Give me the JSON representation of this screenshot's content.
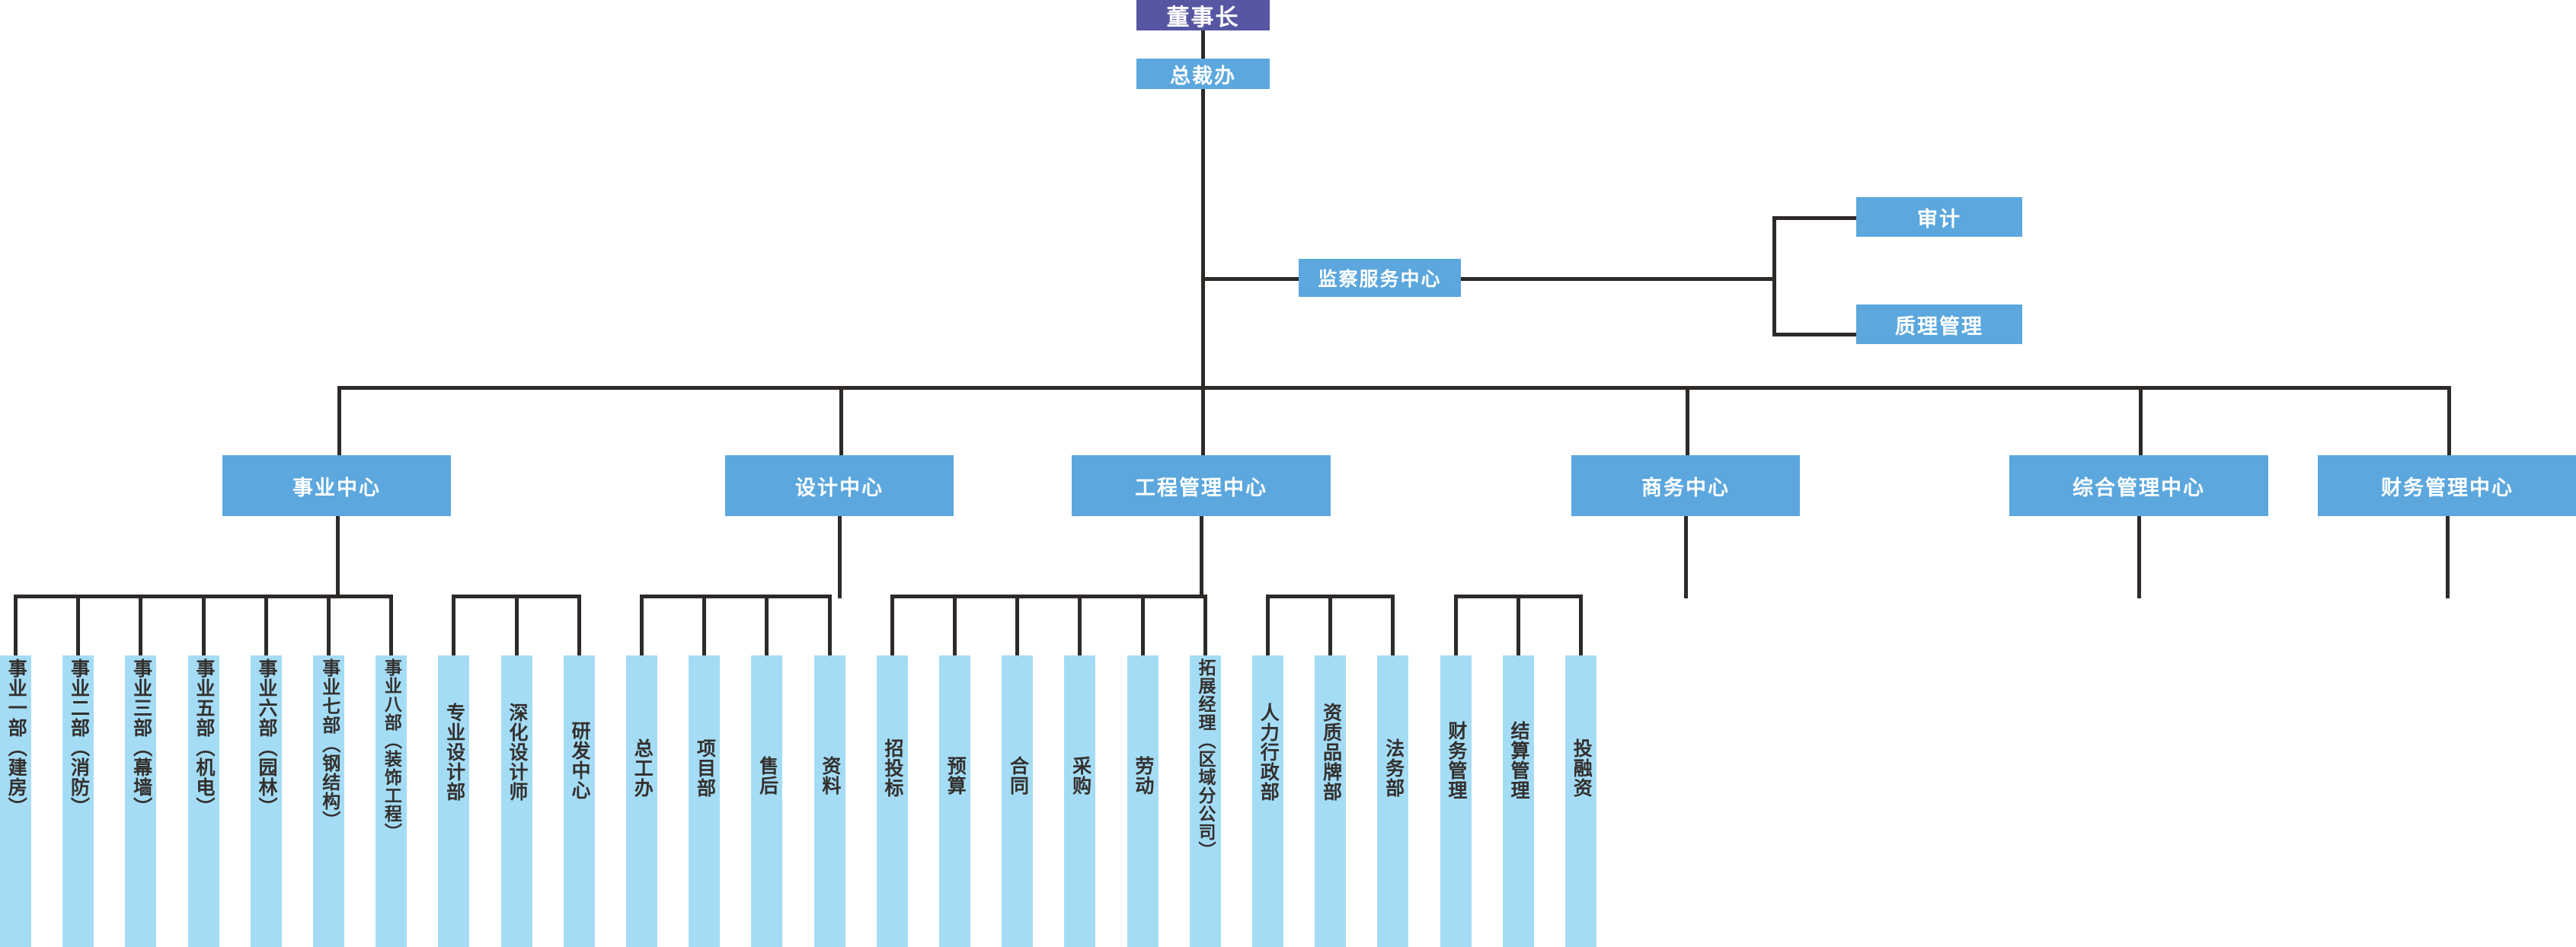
{
  "chart_meta": {
    "type": "org-chart",
    "title": "组织架构图",
    "colors": {
      "chairman_box": "#5656a2",
      "manager_box": "#5ba7de",
      "department_box": "#a5dcf5",
      "connector_line": "#2e2a28",
      "manager_text": "#ffffff",
      "department_text": "#33302e",
      "background": "#ffffff"
    }
  },
  "nodes": {
    "chairman": {
      "label": "董事长"
    },
    "president_office": {
      "label": "总裁办"
    },
    "supervision": {
      "label": "监察服务中心"
    },
    "audit": {
      "label": "审计"
    },
    "quality_mgmt": {
      "label": "质理管理"
    }
  },
  "centers": [
    {
      "id": "business-center",
      "label": "事业中心"
    },
    {
      "id": "design-center",
      "label": "设计中心"
    },
    {
      "id": "engineering-center",
      "label": "工程管理中心"
    },
    {
      "id": "commerce-center",
      "label": "商务中心"
    },
    {
      "id": "general-admin-center",
      "label": "综合管理中心"
    },
    {
      "id": "finance-center",
      "label": "财务管理中心"
    }
  ],
  "departments": [
    {
      "label": "事业一部（建房）",
      "parent": "business-center"
    },
    {
      "label": "事业二部（消防）",
      "parent": "business-center"
    },
    {
      "label": "事业三部（幕墙）",
      "parent": "business-center"
    },
    {
      "label": "事业五部（机电）",
      "parent": "business-center"
    },
    {
      "label": "事业六部（园林）",
      "parent": "business-center"
    },
    {
      "label": "事业七部（钢结构）",
      "parent": "business-center"
    },
    {
      "label": "事业八部（装饰工程）",
      "parent": "business-center"
    },
    {
      "label": "专业设计部",
      "parent": "design-center"
    },
    {
      "label": "深化设计师",
      "parent": "design-center"
    },
    {
      "label": "研发中心",
      "parent": "design-center"
    },
    {
      "label": "总工办",
      "parent": "engineering-center"
    },
    {
      "label": "项目部",
      "parent": "engineering-center"
    },
    {
      "label": "售后",
      "parent": "engineering-center"
    },
    {
      "label": "资料",
      "parent": "engineering-center"
    },
    {
      "label": "招投标",
      "parent": "commerce-center"
    },
    {
      "label": "预算",
      "parent": "commerce-center"
    },
    {
      "label": "合同",
      "parent": "commerce-center"
    },
    {
      "label": "采购",
      "parent": "commerce-center"
    },
    {
      "label": "劳动",
      "parent": "commerce-center"
    },
    {
      "label": "拓展经理（区域分公司）",
      "parent": "commerce-center"
    },
    {
      "label": "人力行政部",
      "parent": "general-admin-center"
    },
    {
      "label": "资质品牌部",
      "parent": "general-admin-center"
    },
    {
      "label": "法务部",
      "parent": "general-admin-center"
    },
    {
      "label": "财务管理",
      "parent": "finance-center"
    },
    {
      "label": "结算管理",
      "parent": "finance-center"
    },
    {
      "label": "投融资",
      "parent": "finance-center"
    }
  ]
}
